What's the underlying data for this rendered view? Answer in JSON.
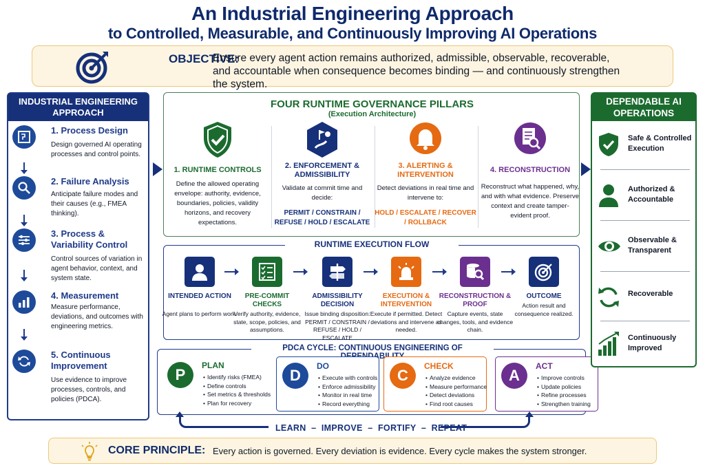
{
  "title": {
    "line1": "An Industrial Engineering Approach",
    "line2": "to Controlled, Measurable, and Continuously Improving AI Operations"
  },
  "objective": {
    "label": "OBJECTIVE:",
    "text": "Ensure every agent action remains authorized, admissible, observable, recoverable, and accountable when consequence becomes binding — and continuously strengthen the system."
  },
  "approach": {
    "header": "INDUSTRIAL ENGINEERING APPROACH",
    "steps": [
      {
        "title": "1. Process Design",
        "desc": "Design governed AI operating processes and control points.",
        "icon": "process-design-icon"
      },
      {
        "title": "2. Failure Analysis",
        "desc": "Anticipate failure modes and their causes (e.g., FMEA thinking).",
        "icon": "magnifier-icon"
      },
      {
        "title": "3. Process & Variability Control",
        "desc": "Control sources of variation in agent behavior, context, and system state.",
        "icon": "sliders-icon"
      },
      {
        "title": "4. Measurement",
        "desc": "Measure performance, deviations, and outcomes with engineering metrics.",
        "icon": "bar-chart-icon"
      },
      {
        "title": "5. Continuous Improvement",
        "desc": "Use evidence to improve processes, controls, and policies (PDCA).",
        "icon": "cycle-icon"
      }
    ]
  },
  "pillars": {
    "title": "FOUR RUNTIME GOVERNANCE PILLARS",
    "subtitle": "(Execution Architecture)",
    "items": [
      {
        "title": "1. RUNTIME CONTROLS",
        "desc": "Define the allowed operating envelope: authority, evidence, boundaries, policies, validity horizons, and recovery expectations.",
        "codes": "",
        "color": "#1b6b2f",
        "icon": "shield-check-icon"
      },
      {
        "title": "2. ENFORCEMENT & ADMISSIBILITY",
        "desc": "Validate at commit time and decide:",
        "codes": "PERMIT / CONSTRAIN / REFUSE / HOLD / ESCALATE",
        "color": "#16307a",
        "icon": "enforcement-icon"
      },
      {
        "title": "3. ALERTING & INTERVENTION",
        "desc": "Detect deviations in real time and intervene to:",
        "codes": "HOLD / ESCALATE / RECOVER / ROLLBACK",
        "color": "#e56a12",
        "icon": "bell-icon"
      },
      {
        "title": "4. RECONSTRUCTION",
        "desc": "Reconstruct what happened, why, and with what evidence. Preserve context and create tamper-evident proof.",
        "codes": "",
        "color": "#6b2f8f",
        "icon": "document-search-icon"
      }
    ]
  },
  "flow": {
    "title": "RUNTIME EXECUTION FLOW",
    "steps": [
      {
        "title": "INTENDED ACTION",
        "desc": "Agent plans to perform work.",
        "color": "#16307a",
        "icon": "person-icon"
      },
      {
        "title": "PRE-COMMIT CHECKS",
        "desc": "Verify authority, evidence, state, scope, policies, and assumptions.",
        "color": "#1b6b2f",
        "icon": "checklist-icon"
      },
      {
        "title": "ADMISSIBILITY DECISION",
        "desc": "Issue binding disposition: PERMIT / CONSTRAIN / REFUSE / HOLD / ESCALATE",
        "color": "#16307a",
        "icon": "signpost-icon"
      },
      {
        "title": "EXECUTION & INTERVENTION",
        "desc": "Execute if permitted. Detect deviations and intervene as needed.",
        "color": "#e56a12",
        "icon": "alarm-icon"
      },
      {
        "title": "RECONSTRUCTION & PROOF",
        "desc": "Capture events, state changes, tools, and evidence chain.",
        "color": "#6b2f8f",
        "icon": "database-search-icon"
      },
      {
        "title": "OUTCOME",
        "desc": "Action result and consequence realized.",
        "color": "#16307a",
        "icon": "target-icon"
      }
    ]
  },
  "pdca": {
    "title": "PDCA CYCLE: CONTINUOUS ENGINEERING OF DEPENDABILITY",
    "cards": [
      {
        "letter": "P",
        "head": "PLAN",
        "color": "#1b6b2f",
        "items": [
          "Identify risks (FMEA)",
          "Define controls",
          "Set metrics & thresholds",
          "Plan for recovery"
        ]
      },
      {
        "letter": "D",
        "head": "DO",
        "color": "#1e4a9a",
        "items": [
          "Execute with controls",
          "Enforce admissibility",
          "Monitor in real time",
          "Record everything"
        ]
      },
      {
        "letter": "C",
        "head": "CHECK",
        "color": "#e56a12",
        "items": [
          "Analyze evidence",
          "Measure performance",
          "Detect deviations",
          "Find root causes"
        ]
      },
      {
        "letter": "A",
        "head": "ACT",
        "color": "#6b2f8f",
        "items": [
          "Improve controls",
          "Update policies",
          "Refine processes",
          "Strengthen training"
        ]
      }
    ],
    "loop": "LEARN  –  IMPROVE  –  FORTIFY  –  REPEAT"
  },
  "outcomes": {
    "header": "DEPENDABLE AI OPERATIONS",
    "items": [
      {
        "label": "Safe & Controlled Execution",
        "icon": "shield-check-icon"
      },
      {
        "label": "Authorized & Accountable",
        "icon": "person-icon"
      },
      {
        "label": "Observable & Transparent",
        "icon": "eye-icon"
      },
      {
        "label": "Recoverable",
        "icon": "recover-icon"
      },
      {
        "label": "Continuously Improved",
        "icon": "growth-chart-icon"
      }
    ]
  },
  "core": {
    "label": "CORE PRINCIPLE:",
    "text": "Every action is governed. Every deviation is evidence. Every cycle makes the system stronger."
  }
}
